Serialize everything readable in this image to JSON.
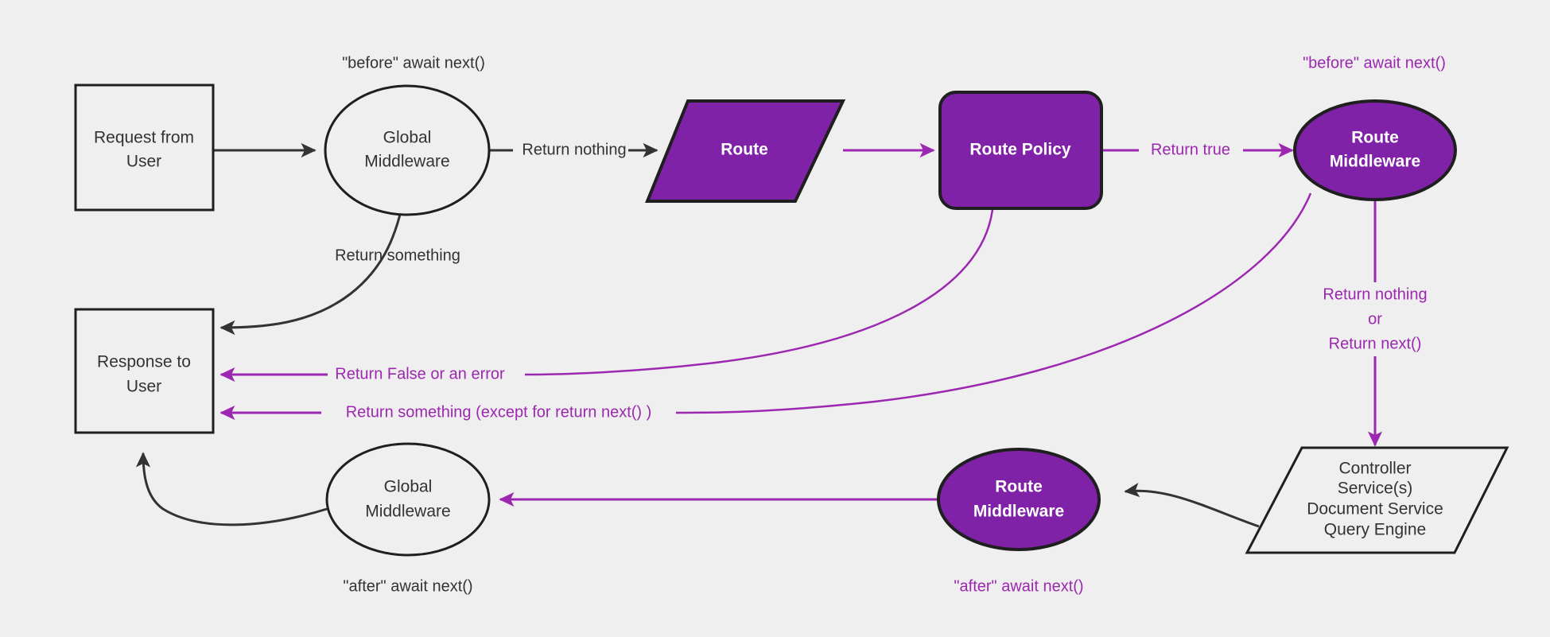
{
  "diagram": {
    "title": "Middleware Request Lifecycle Flow",
    "background_color": "#efefef",
    "accent_purple": "#9c27b0",
    "node_fill_purple": "#8022a8",
    "stroke_dark": "#1f1f1f",
    "text_dark": "#333333",
    "text_light": "#ffffff"
  },
  "nodes": {
    "request": {
      "line1": "Request from",
      "line2": "User",
      "shape": "rectangle"
    },
    "global_mw_top": {
      "line1": "Global",
      "line2": "Middleware",
      "shape": "ellipse"
    },
    "route": {
      "label": "Route",
      "shape": "parallelogram"
    },
    "route_policy": {
      "label": "Route Policy",
      "shape": "rounded-rectangle"
    },
    "route_mw_top": {
      "line1": "Route",
      "line2": "Middleware",
      "shape": "ellipse"
    },
    "response": {
      "line1": "Response to",
      "line2": "User",
      "shape": "rectangle"
    },
    "global_mw_bottom": {
      "line1": "Global",
      "line2": "Middleware",
      "shape": "ellipse"
    },
    "route_mw_bottom": {
      "line1": "Route",
      "line2": "Middleware",
      "shape": "ellipse"
    },
    "controller": {
      "line1": "Controller",
      "line2": "Service(s)",
      "line3": "Document Service",
      "line4": "Query Engine",
      "shape": "parallelogram"
    }
  },
  "labels": {
    "before_await_next_dark": "\"before\" await next()",
    "before_await_next_purple": "\"before\" await next()",
    "after_await_next_dark": "\"after\" await next()",
    "after_await_next_purple": "\"after\" await next()",
    "return_nothing": "Return nothing",
    "return_something": "Return something",
    "return_true": "Return true",
    "return_false_or_error": "Return False or an error",
    "return_something_except": "Return something (except for return next() )",
    "return_nothing_or_line1": "Return nothing",
    "return_nothing_or_line2": "or",
    "return_nothing_or_line3": "Return next()"
  }
}
